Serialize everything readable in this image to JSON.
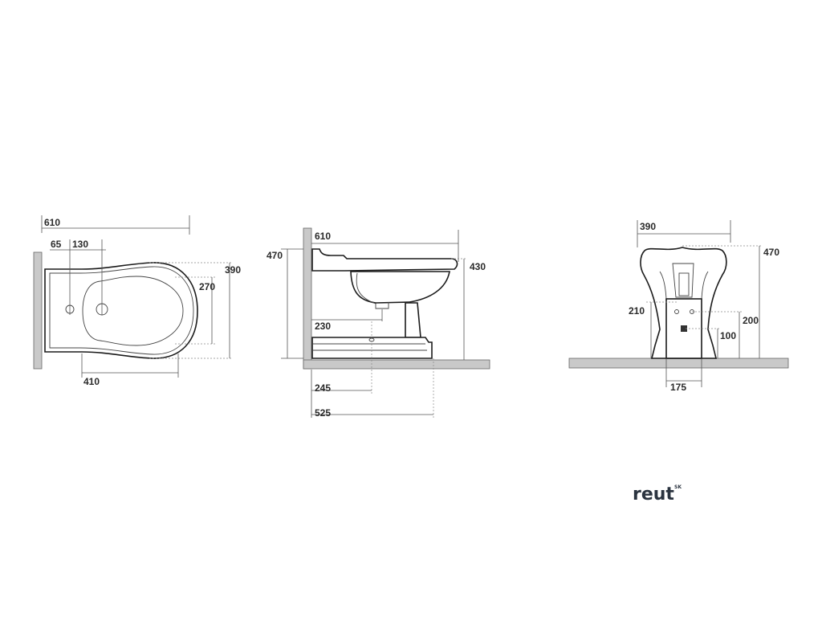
{
  "top_view": {
    "width": "610",
    "hole_offset": "65",
    "hole_spacing": "130",
    "depth": "390",
    "bowl_depth": "270",
    "bowl_length": "410"
  },
  "side_view": {
    "length": "610",
    "height": "470",
    "rim_height": "430",
    "outlet_height": "230",
    "outlet_distance": "245",
    "base_length": "525"
  },
  "front_view": {
    "width": "390",
    "height": "470",
    "inlet_height": "210",
    "inlet_height_2": "200",
    "drain_height": "100",
    "base_width": "175"
  },
  "brand": {
    "name": "reut",
    "suffix": "SK",
    "color": "#2b3440"
  }
}
